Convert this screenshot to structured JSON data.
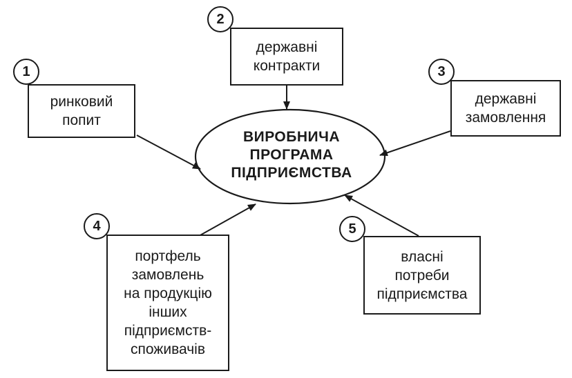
{
  "center": {
    "title": "ВИРОБНИЧА\nПРОГРАМА\nПІДПРИЄМСТВА"
  },
  "boxes": [
    {
      "number": "1",
      "label": "ринковий\nпопит"
    },
    {
      "number": "2",
      "label": "державні\nконтракти"
    },
    {
      "number": "3",
      "label": "державні\nзамовлення"
    },
    {
      "number": "4",
      "label": "портфель\nзамовлень\nна продукцію\nінших\nпідприємств-\nспоживачів"
    },
    {
      "number": "5",
      "label": "власні\nпотреби\nпідприємства"
    }
  ]
}
